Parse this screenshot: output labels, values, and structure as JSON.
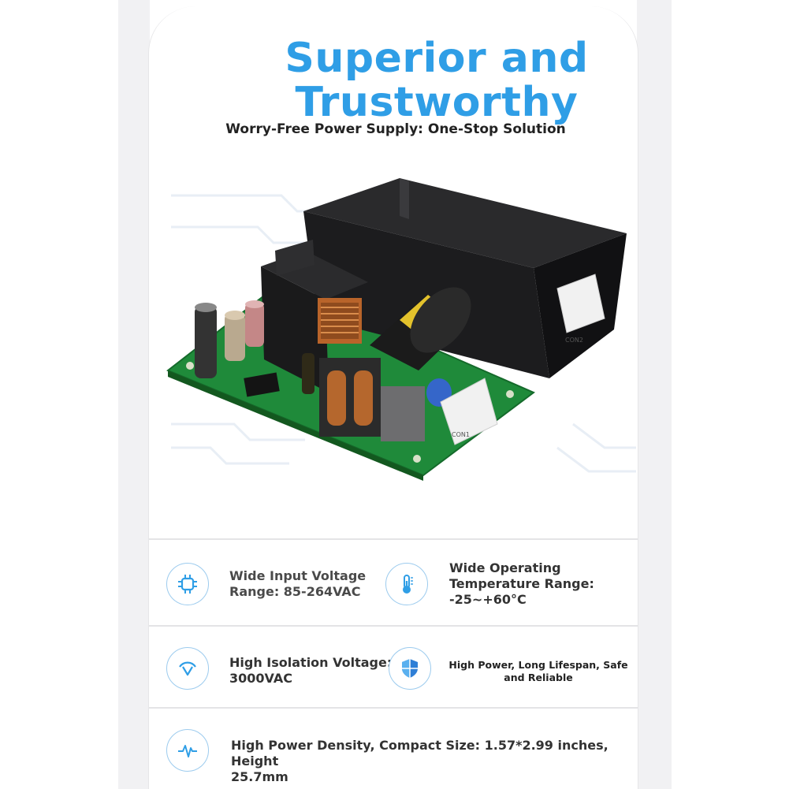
{
  "header": {
    "title_line1": "Superior and",
    "title_line2": "Trustworthy",
    "subtitle": "Worry-Free Power Supply: One-Stop Solution"
  },
  "features": [
    {
      "icon": "chip-icon",
      "text_line1": "Wide Input Voltage",
      "text_line2": "Range: 85-264VAC"
    },
    {
      "icon": "thermometer-icon",
      "text_line1": "Wide Operating",
      "text_line2": "Temperature Range:",
      "text_line3": "-25~+60°C"
    },
    {
      "icon": "gauge-icon",
      "text_line1": "High Isolation Voltage:",
      "text_line2": "3000VAC"
    },
    {
      "icon": "shield-icon",
      "text_line1": "High Power, Long Lifespan, Safe",
      "text_line2": "and Reliable"
    },
    {
      "icon": "pulse-icon",
      "text_line1": "High Power Density, Compact Size: 1.57*2.99 inches, Height",
      "text_line2": "25.7mm"
    }
  ],
  "board_labels": {
    "connector_a": "CON1",
    "connector_b": "CON2"
  },
  "colors": {
    "accent": "#2f9ee6",
    "pcb_green": "#1f8a3a",
    "heatsink": "#1c1c1e",
    "icon_border": "#9ccbee"
  }
}
